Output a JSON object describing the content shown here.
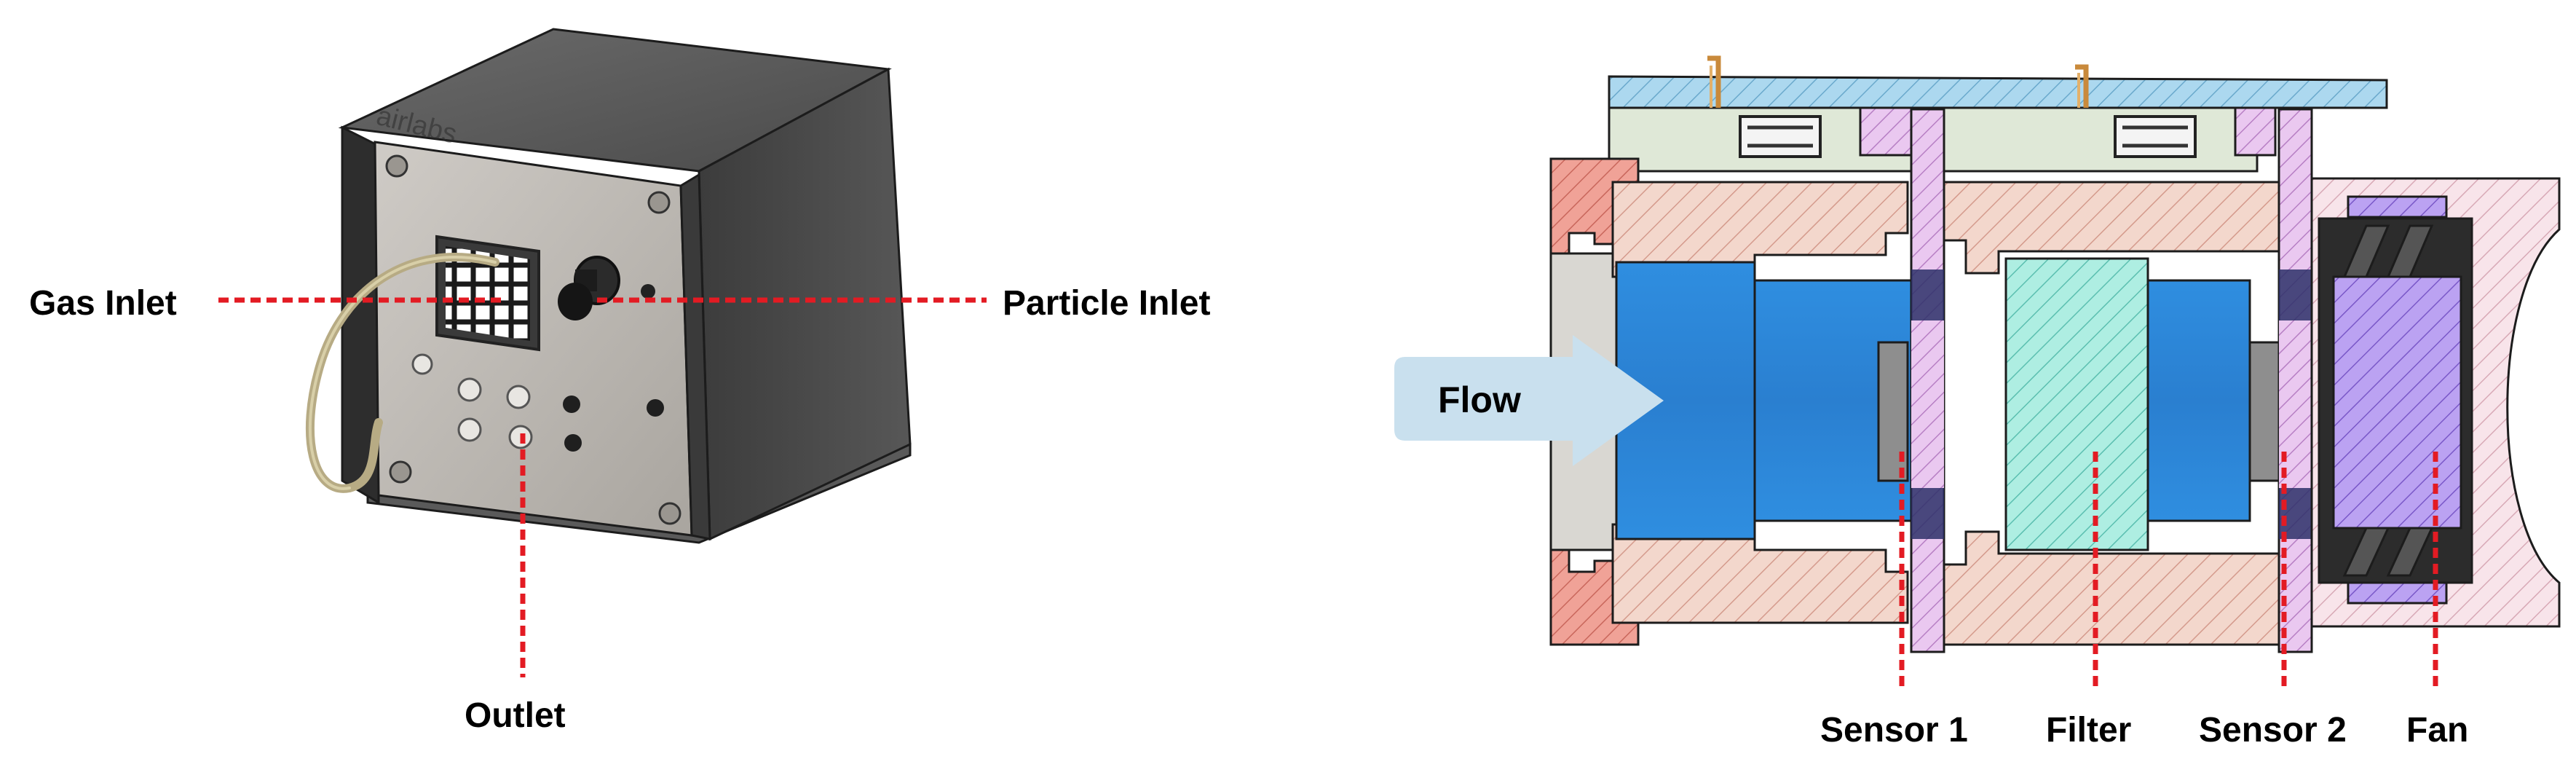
{
  "left_figure": {
    "labels": {
      "gas_inlet": "Gas Inlet",
      "particle_inlet": "Particle Inlet",
      "outlet": "Outlet"
    },
    "logo_text": "airlabs"
  },
  "right_figure": {
    "flow_label": "Flow",
    "labels": {
      "sensor_1": "Sensor 1",
      "filter": "Filter",
      "sensor_2": "Sensor 2",
      "fan": "Fan"
    }
  },
  "colors": {
    "leader_lines": "#e31b23",
    "flow_arrow": "#c9e0ee",
    "chamber_blue": "#2a86d8",
    "housing_pink": "#f2d3c8",
    "end_cap_red": "#ef9a8f",
    "filter_teal": "#a8ece0",
    "fan_purple": "#b79cf0",
    "pcb_blue": "#a9d6ee",
    "spacer_violet": "#e7c3ee"
  }
}
